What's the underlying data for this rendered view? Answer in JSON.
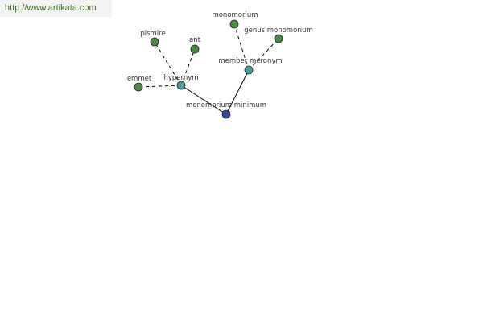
{
  "site_link": "http://www.artikata.com",
  "colors": {
    "root": "#3a4a9a",
    "relation": "#4e9a9a",
    "word": "#4a8a44",
    "edge": "#000000"
  },
  "nodes": [
    {
      "id": "root",
      "label": "monomorium minimum",
      "kind": "root"
    },
    {
      "id": "hypernym",
      "label": "hypernym",
      "kind": "relation"
    },
    {
      "id": "member-meronym",
      "label": "member meronym",
      "kind": "relation"
    },
    {
      "id": "pismire",
      "label": "pismire",
      "kind": "word"
    },
    {
      "id": "ant",
      "label": "ant",
      "kind": "word"
    },
    {
      "id": "emmet",
      "label": "emmet",
      "kind": "word"
    },
    {
      "id": "monomorium",
      "label": "monomorium",
      "kind": "word"
    },
    {
      "id": "genus-monomorium",
      "label": "genus monomorium",
      "kind": "word"
    }
  ],
  "edges": [
    {
      "from": "root",
      "to": "hypernym",
      "style": "solid"
    },
    {
      "from": "root",
      "to": "member-meronym",
      "style": "solid"
    },
    {
      "from": "hypernym",
      "to": "pismire",
      "style": "dashed"
    },
    {
      "from": "hypernym",
      "to": "ant",
      "style": "dashed"
    },
    {
      "from": "hypernym",
      "to": "emmet",
      "style": "dashed"
    },
    {
      "from": "member-meronym",
      "to": "monomorium",
      "style": "dashed"
    },
    {
      "from": "member-meronym",
      "to": "genus-monomorium",
      "style": "dashed"
    }
  ]
}
